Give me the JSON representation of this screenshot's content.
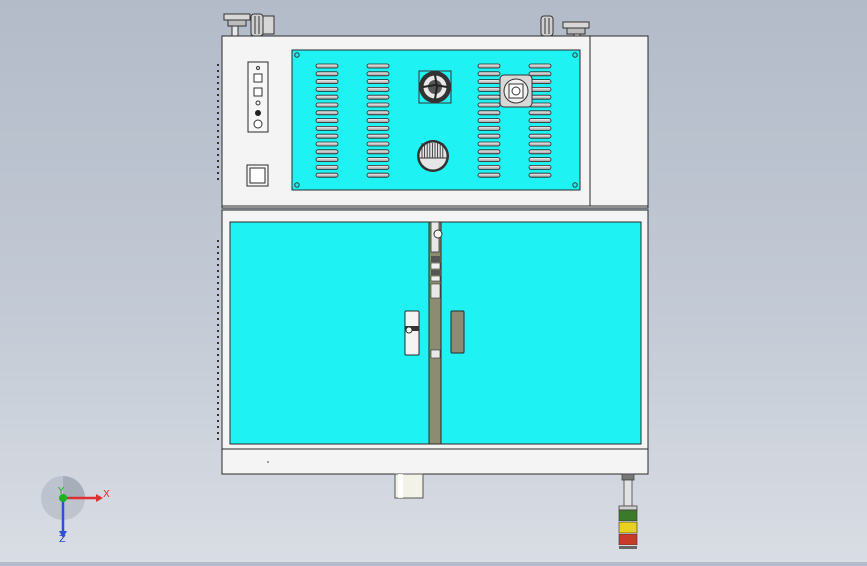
{
  "viewport": {
    "background_top": "#b3bbc9",
    "background_bottom": "#d9dde4"
  },
  "model": {
    "cabinet_color": "#f4f4f4",
    "panel_color": "#1ff2f2",
    "outline_color": "#2a2a2a",
    "door_handle_color": "#8c8c72"
  },
  "signal_tower": {
    "colors": [
      "#3a7a2a",
      "#e8d020",
      "#c83a2a"
    ]
  },
  "triad": {
    "x_label": "X",
    "y_label": "Y",
    "z_label": "Z",
    "x_color": "#e03030",
    "y_color": "#20b020",
    "z_color": "#3050d0"
  }
}
